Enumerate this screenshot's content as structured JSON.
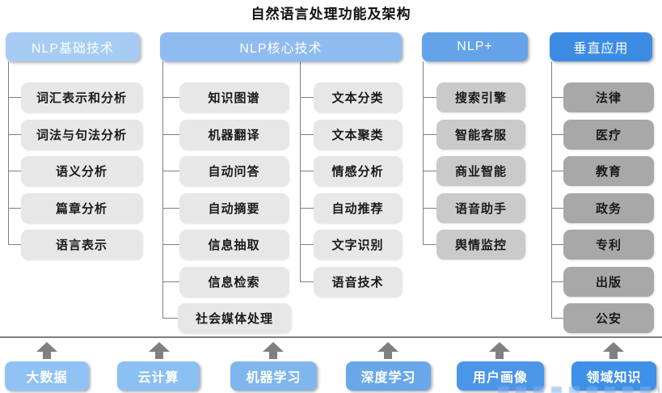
{
  "title": "自然语言处理功能及架构",
  "columns": [
    {
      "header": "NLP基础技术",
      "items": [
        "词汇表示和分析",
        "词法与句法分析",
        "语义分析",
        "篇章分析",
        "语言表示"
      ]
    },
    {
      "header": "NLP核心技术",
      "items_left": [
        "知识图谱",
        "机器翻译",
        "自动问答",
        "自动摘要",
        "信息抽取",
        "信息检索",
        "社会媒体处理"
      ],
      "items_right": [
        "文本分类",
        "文本聚类",
        "情感分析",
        "自动推荐",
        "文字识别",
        "语音技术"
      ]
    },
    {
      "header": "NLP+",
      "items": [
        "搜索引擎",
        "智能客服",
        "商业智能",
        "语音助手",
        "舆情监控"
      ]
    },
    {
      "header": "垂直应用",
      "items": [
        "法律",
        "医疗",
        "教育",
        "政务",
        "专利",
        "出版",
        "公安"
      ]
    }
  ],
  "foundation": {
    "items": [
      "大数据",
      "云计算",
      "机器学习",
      "深度学习",
      "用户画像",
      "领域知识"
    ]
  },
  "colors": {
    "headers": [
      "#A6CCF3",
      "#8EBBF0",
      "#64A3E8",
      "#3D8CE4"
    ],
    "node_fill_light": "#E8E7E7",
    "node_fill_medium": "#CBCACA",
    "node_fill_dark": "#A9A8A8",
    "node_text": "#1A1A1A",
    "header_text": "#FFFFFF",
    "foundation": [
      "#90C3F3",
      "#8BC0F2",
      "#7FB6EE",
      "#6AA7E9",
      "#4C96EA",
      "#3F90E8"
    ],
    "connector": "#7F7F7F",
    "arrow": "#808080"
  }
}
